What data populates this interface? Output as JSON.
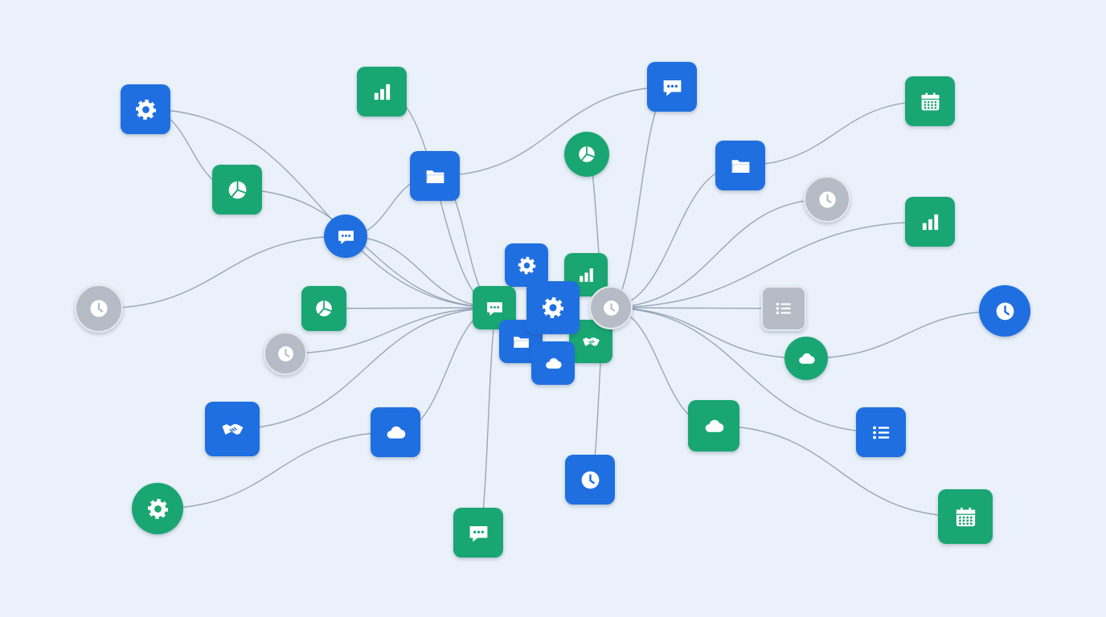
{
  "colors": {
    "blue": "#1f6fe0",
    "green": "#19a672",
    "gray": "#b6bcc5",
    "link": "#8b99ab",
    "background": "#eaf1fa",
    "glyph": "#ffffff"
  },
  "nodes": [
    {
      "id": "n1",
      "icon": "gear",
      "color": "blue",
      "shape": "square"
    },
    {
      "id": "n2",
      "icon": "bar-chart",
      "color": "green",
      "shape": "square"
    },
    {
      "id": "n3",
      "icon": "chat",
      "color": "blue",
      "shape": "square"
    },
    {
      "id": "n4",
      "icon": "calendar",
      "color": "green",
      "shape": "square"
    },
    {
      "id": "n5",
      "icon": "pie-chart",
      "color": "green",
      "shape": "square"
    },
    {
      "id": "n6",
      "icon": "folder",
      "color": "blue",
      "shape": "square"
    },
    {
      "id": "n7",
      "icon": "pie-chart",
      "color": "green",
      "shape": "circle"
    },
    {
      "id": "n8",
      "icon": "folder",
      "color": "blue",
      "shape": "square"
    },
    {
      "id": "n9",
      "icon": "clock",
      "color": "gray",
      "shape": "circle"
    },
    {
      "id": "n10",
      "icon": "bar-chart",
      "color": "green",
      "shape": "square"
    },
    {
      "id": "n11",
      "icon": "chat",
      "color": "blue",
      "shape": "circle"
    },
    {
      "id": "n12",
      "icon": "clock",
      "color": "gray",
      "shape": "circle"
    },
    {
      "id": "n13",
      "icon": "pie-chart",
      "color": "green",
      "shape": "square"
    },
    {
      "id": "n14",
      "icon": "clock",
      "color": "gray",
      "shape": "circle"
    },
    {
      "id": "n15",
      "icon": "list",
      "color": "gray",
      "shape": "square"
    },
    {
      "id": "n16",
      "icon": "clock",
      "color": "blue",
      "shape": "circle"
    },
    {
      "id": "n17",
      "icon": "cloud",
      "color": "green",
      "shape": "circle"
    },
    {
      "id": "n18",
      "icon": "handshake",
      "color": "blue",
      "shape": "square"
    },
    {
      "id": "n19",
      "icon": "cloud",
      "color": "blue",
      "shape": "square"
    },
    {
      "id": "n20",
      "icon": "cloud",
      "color": "green",
      "shape": "square"
    },
    {
      "id": "n21",
      "icon": "list",
      "color": "blue",
      "shape": "square"
    },
    {
      "id": "n22",
      "icon": "gear",
      "color": "green",
      "shape": "circle"
    },
    {
      "id": "n23",
      "icon": "clock",
      "color": "blue",
      "shape": "square"
    },
    {
      "id": "n24",
      "icon": "chat",
      "color": "green",
      "shape": "square"
    },
    {
      "id": "n25",
      "icon": "calendar",
      "color": "green",
      "shape": "square"
    },
    {
      "id": "c1",
      "icon": "gear",
      "color": "blue",
      "shape": "square"
    },
    {
      "id": "c2",
      "icon": "bar-chart",
      "color": "green",
      "shape": "square"
    },
    {
      "id": "c3",
      "icon": "chat",
      "color": "green",
      "shape": "square"
    },
    {
      "id": "c4",
      "icon": "folder",
      "color": "blue",
      "shape": "square"
    },
    {
      "id": "c5",
      "icon": "handshake",
      "color": "green",
      "shape": "square"
    },
    {
      "id": "c6",
      "icon": "clock",
      "color": "gray",
      "shape": "circle"
    },
    {
      "id": "c7",
      "icon": "cloud",
      "color": "blue",
      "shape": "square"
    },
    {
      "id": "hub",
      "icon": "gear",
      "color": "blue",
      "shape": "square"
    }
  ],
  "links": [
    [
      "n1",
      "hub"
    ],
    [
      "n1",
      "n5"
    ],
    [
      "n2",
      "hub"
    ],
    [
      "n3",
      "hub"
    ],
    [
      "n3",
      "n6"
    ],
    [
      "n4",
      "n8"
    ],
    [
      "n5",
      "hub"
    ],
    [
      "n6",
      "hub"
    ],
    [
      "n6",
      "n11"
    ],
    [
      "n7",
      "hub"
    ],
    [
      "n8",
      "hub"
    ],
    [
      "n9",
      "hub"
    ],
    [
      "n10",
      "hub"
    ],
    [
      "n11",
      "hub"
    ],
    [
      "n12",
      "n11"
    ],
    [
      "n13",
      "hub"
    ],
    [
      "n14",
      "hub"
    ],
    [
      "n15",
      "hub"
    ],
    [
      "n16",
      "n17"
    ],
    [
      "n17",
      "hub"
    ],
    [
      "n18",
      "hub"
    ],
    [
      "n19",
      "hub"
    ],
    [
      "n20",
      "hub"
    ],
    [
      "n20",
      "n25"
    ],
    [
      "n21",
      "hub"
    ],
    [
      "n22",
      "n19"
    ],
    [
      "n23",
      "hub"
    ],
    [
      "n24",
      "hub"
    ]
  ]
}
